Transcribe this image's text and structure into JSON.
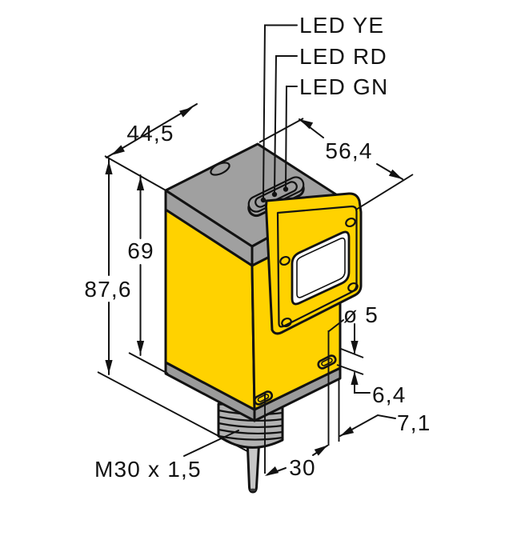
{
  "figure": {
    "kind": "sensor dimension drawing",
    "led_labels": {
      "yellow": "LED YE",
      "red": "LED RD",
      "green": "LED GN"
    },
    "dimensions": {
      "top_edge_left": "44,5",
      "top_edge_right": "56,4",
      "housing_height": "69",
      "overall_height": "87,6",
      "hole_diameter": "ø 5",
      "base_thickness": "6,4",
      "hole_edge_offset": "7,1",
      "hole_spacing": "30",
      "thread_spec": "M30 x 1,5"
    }
  },
  "colors": {
    "housing_yellow": "#FFD200",
    "cap_gray": "#A0A0A0",
    "base_gray": "#9B9B9B",
    "thread_gray": "#B2B2B2",
    "cable_gray": "#C7C7C7",
    "cable_tip": "#3a3a3a",
    "window_white": "#FFFFFF",
    "line_black": "#121212"
  }
}
